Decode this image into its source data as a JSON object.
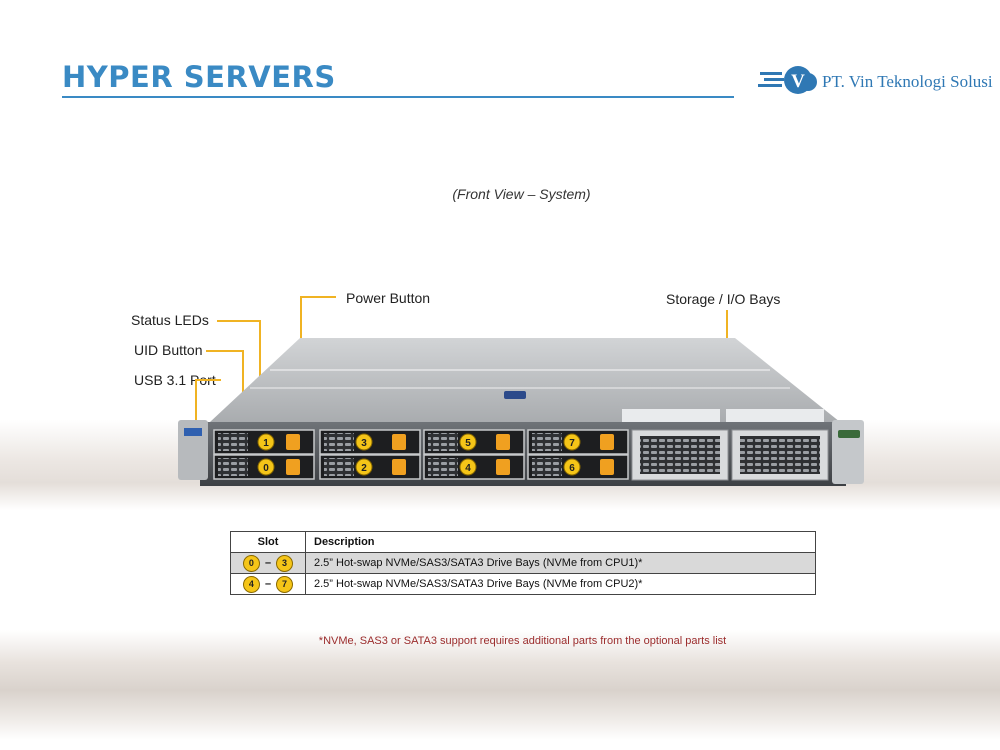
{
  "header": {
    "title": "HYPER SERVERS",
    "company": "PT. Vin Teknologi Solusi",
    "logo_letter": "V"
  },
  "caption": "(Front View – System)",
  "callouts": {
    "status_leds": "Status LEDs",
    "uid_button": "UID Button",
    "usb_port": "USB 3.1 Port",
    "power_button": "Power Button",
    "storage_io_bays": "Storage / I/O  Bays"
  },
  "bays": {
    "top_row": [
      "1",
      "3",
      "5",
      "7"
    ],
    "bottom_row": [
      "0",
      "2",
      "4",
      "6"
    ]
  },
  "table": {
    "headers": [
      "Slot",
      "Description"
    ],
    "rows": [
      {
        "slot_from": "0",
        "slot_to": "3",
        "dash": "–",
        "description": "2.5” Hot-swap NVMe/SAS3/SATA3 Drive Bays (NVMe from CPU1)*"
      },
      {
        "slot_from": "4",
        "slot_to": "7",
        "dash": "–",
        "description": "2.5” Hot-swap NVMe/SAS3/SATA3 Drive Bays (NVMe from CPU2)*"
      }
    ]
  },
  "footnote": "*NVMe, SAS3 or SATA3 support requires additional parts from the optional parts list",
  "colors": {
    "title_blue": "#3a8ac4",
    "callout_line": "#f0b323",
    "badge_yellow": "#f5c518",
    "footnote_red": "#9b2c2c"
  }
}
